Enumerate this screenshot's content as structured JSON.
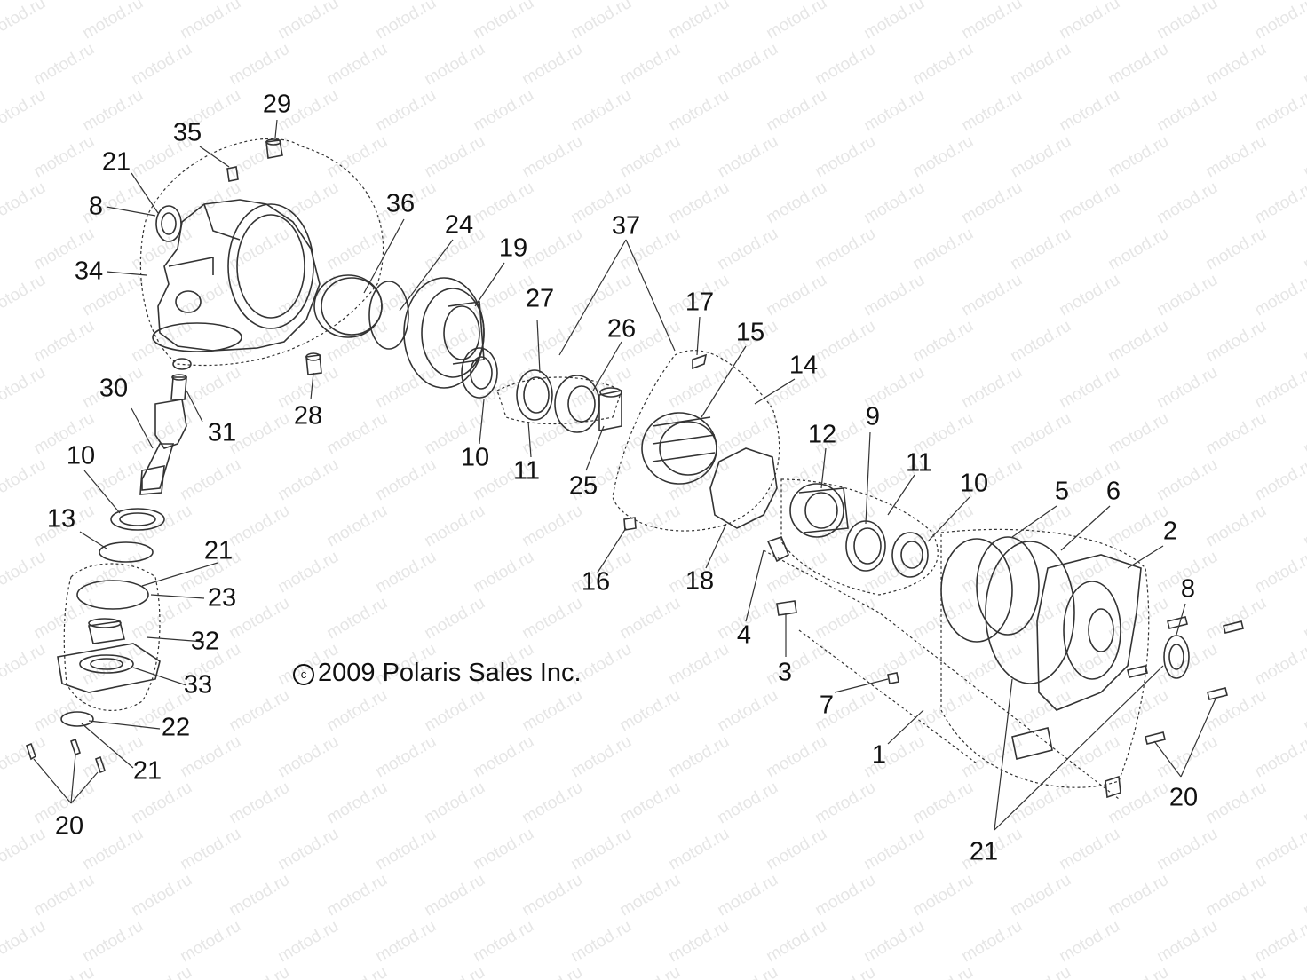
{
  "diagram": {
    "watermark": "motod.ru",
    "copyright": "2009 Polaris Sales Inc.",
    "callouts": [
      "29",
      "35",
      "21",
      "8",
      "34",
      "36",
      "24",
      "19",
      "37",
      "27",
      "26",
      "17",
      "15",
      "14",
      "30",
      "31",
      "28",
      "10",
      "11",
      "25",
      "12",
      "9",
      "11",
      "10",
      "10",
      "13",
      "21",
      "23",
      "32",
      "33",
      "22",
      "21",
      "20",
      "16",
      "18",
      "5",
      "6",
      "2",
      "8",
      "4",
      "3",
      "7",
      "1",
      "20",
      "21"
    ]
  },
  "colors": {
    "line": "#333333",
    "label": "#111111",
    "watermark": "#e6e6e6"
  }
}
